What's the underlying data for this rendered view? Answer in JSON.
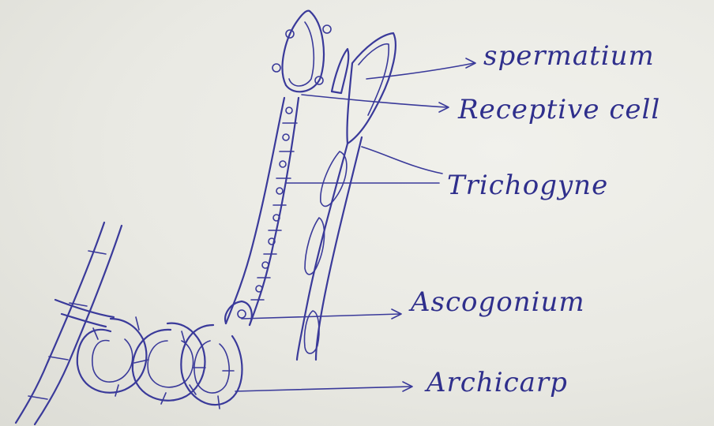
{
  "labels": {
    "spermatium": "spermatium",
    "receptive_cell": "Receptive cell",
    "trichogyne": "Trichogyne",
    "ascogonium": "Ascogonium",
    "archicarp": "Archicarp"
  },
  "colors": {
    "ink": "#3a3a9a",
    "paper": "#ecece7"
  }
}
